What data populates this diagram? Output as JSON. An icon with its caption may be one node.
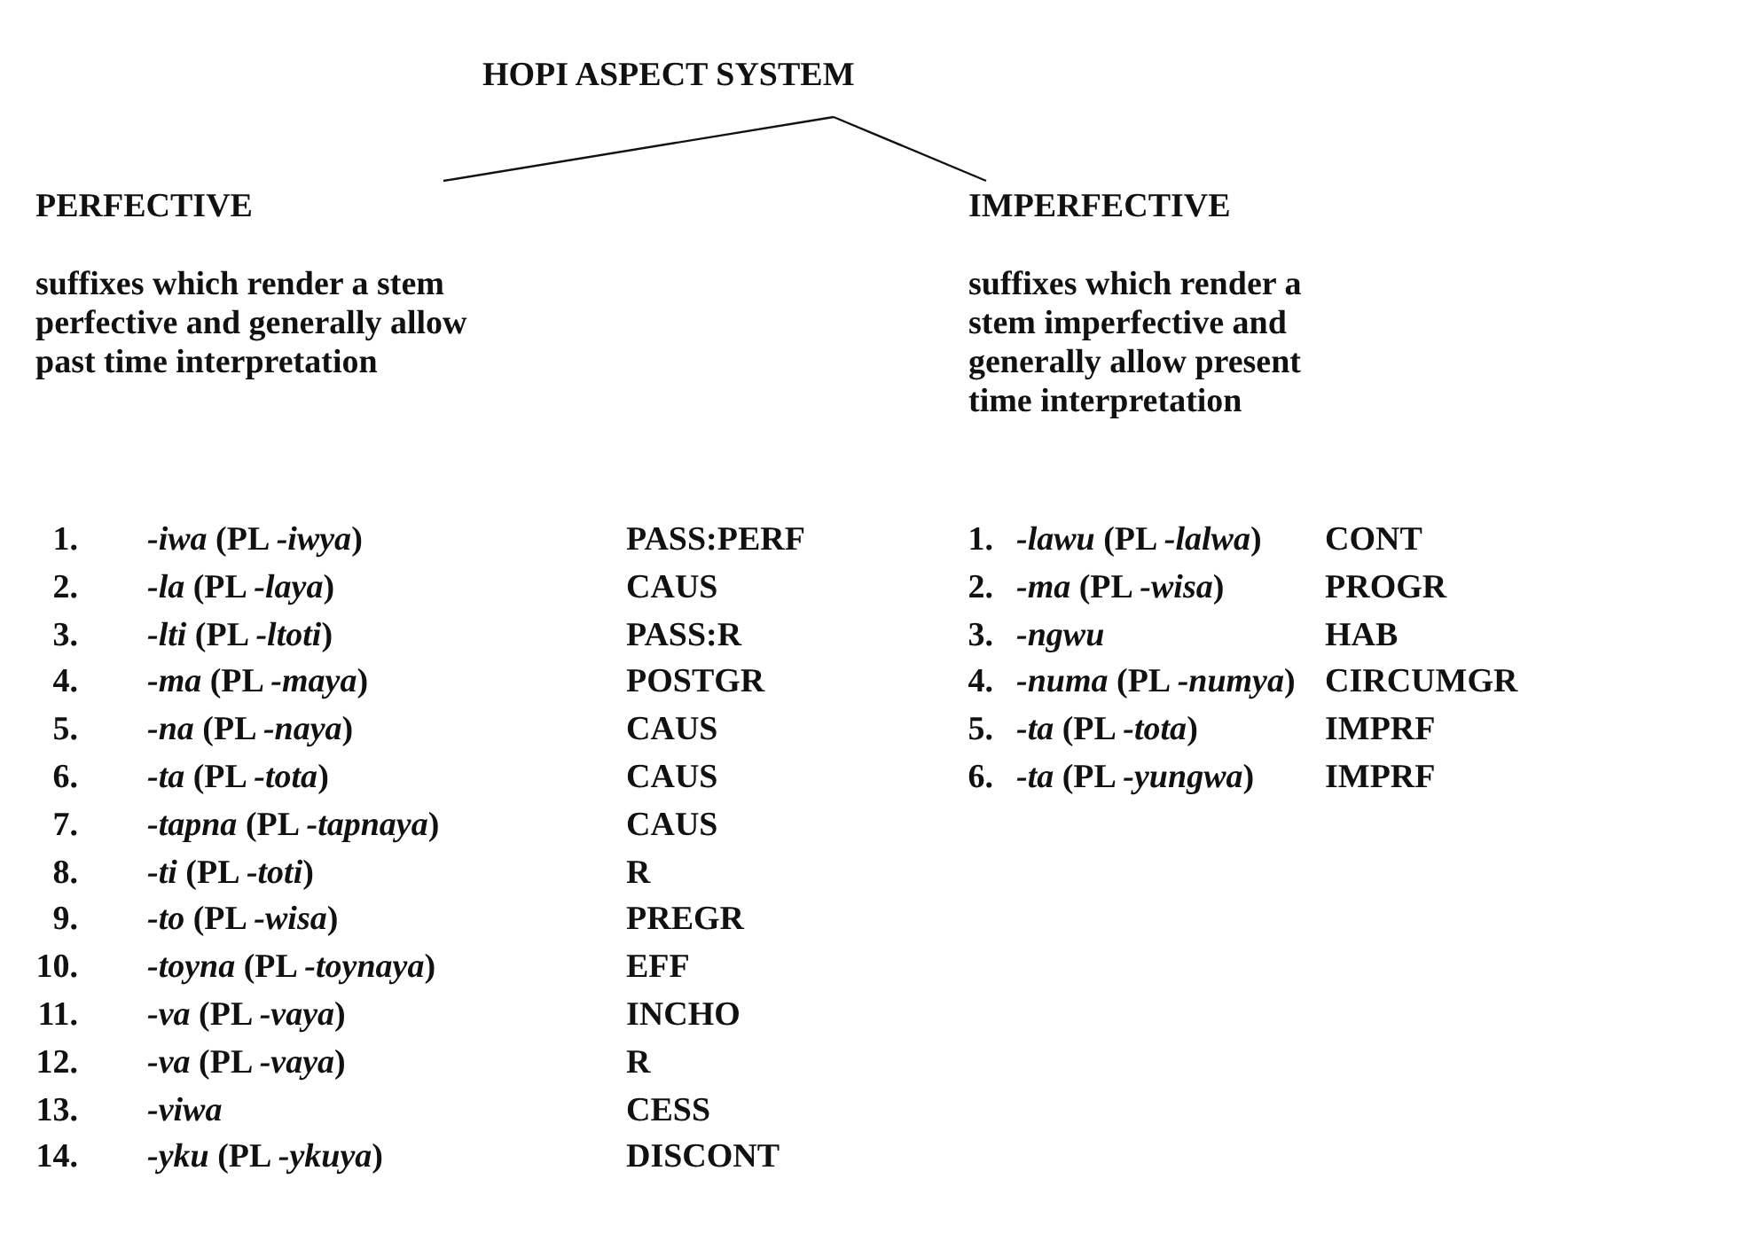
{
  "diagram": {
    "nodes": [
      {
        "text": [
          "HOPI ASPECT SYSTEM"
        ]
      },
      {
        "text": [
          "PERFECTIVE",
          "suffixes which render a stem perfective and generally allow past time interpretation"
        ]
      },
      {
        "text": [
          "IMPERFECTIVE",
          "suffixes which render a stem imperfective and generally allow present time interpretation"
        ]
      }
    ],
    "edges": [
      {
        "from": 0,
        "to": 1,
        "arrow": "none"
      },
      {
        "from": 0,
        "to": 2,
        "arrow": "none"
      }
    ],
    "labels": [
      "1.",
      "*-iwa* (PL *-iwya*)",
      "PASS:PERF",
      "2.",
      "*-la* (PL *-laya*)",
      "CAUS",
      "3.",
      "*-lti* (PL *-ltoti*)",
      "PASS:R",
      "4.",
      "*-ma* (PL *-maya*)",
      "POSTGR",
      "5.",
      "*-na* (PL *-naya*)",
      "CAUS",
      "6.",
      "*-ta* (PL *-tota*)",
      "CAUS",
      "7.",
      "*-tapna* (PL *-tapnaya*)",
      "CAUS",
      "8.",
      "*-ti* (PL *-toti*)",
      "R",
      "9.",
      "*-to* (PL *-wisa*)",
      "PREGR",
      "10.",
      "*-toyna* (PL *-toynaya*)",
      "EFF",
      "11.",
      "*-va* (PL *-vaya*)",
      "INCHO",
      "12.",
      "*-va* (PL *-vaya*)",
      "R",
      "13.",
      "-viwa",
      "CESS",
      "14.",
      "*-yku* (PL *-ykuya*)",
      "DISCONT",
      "1.",
      "*-lawu* (PL *-lalwa*)",
      "CONT",
      "2.",
      "*-ma* (PL *-wisa*)",
      "PROGR",
      "3.",
      "-ngwu",
      "HAB",
      "4.",
      "*-numa* (PL *-numya*)",
      "CIRCUMGR",
      "5.",
      "*-ta* (PL *-tota*)",
      "IMPRF",
      "6.",
      "*-ta* (PL *-yungwa*)",
      "IMPRF"
    ]
  }
}
